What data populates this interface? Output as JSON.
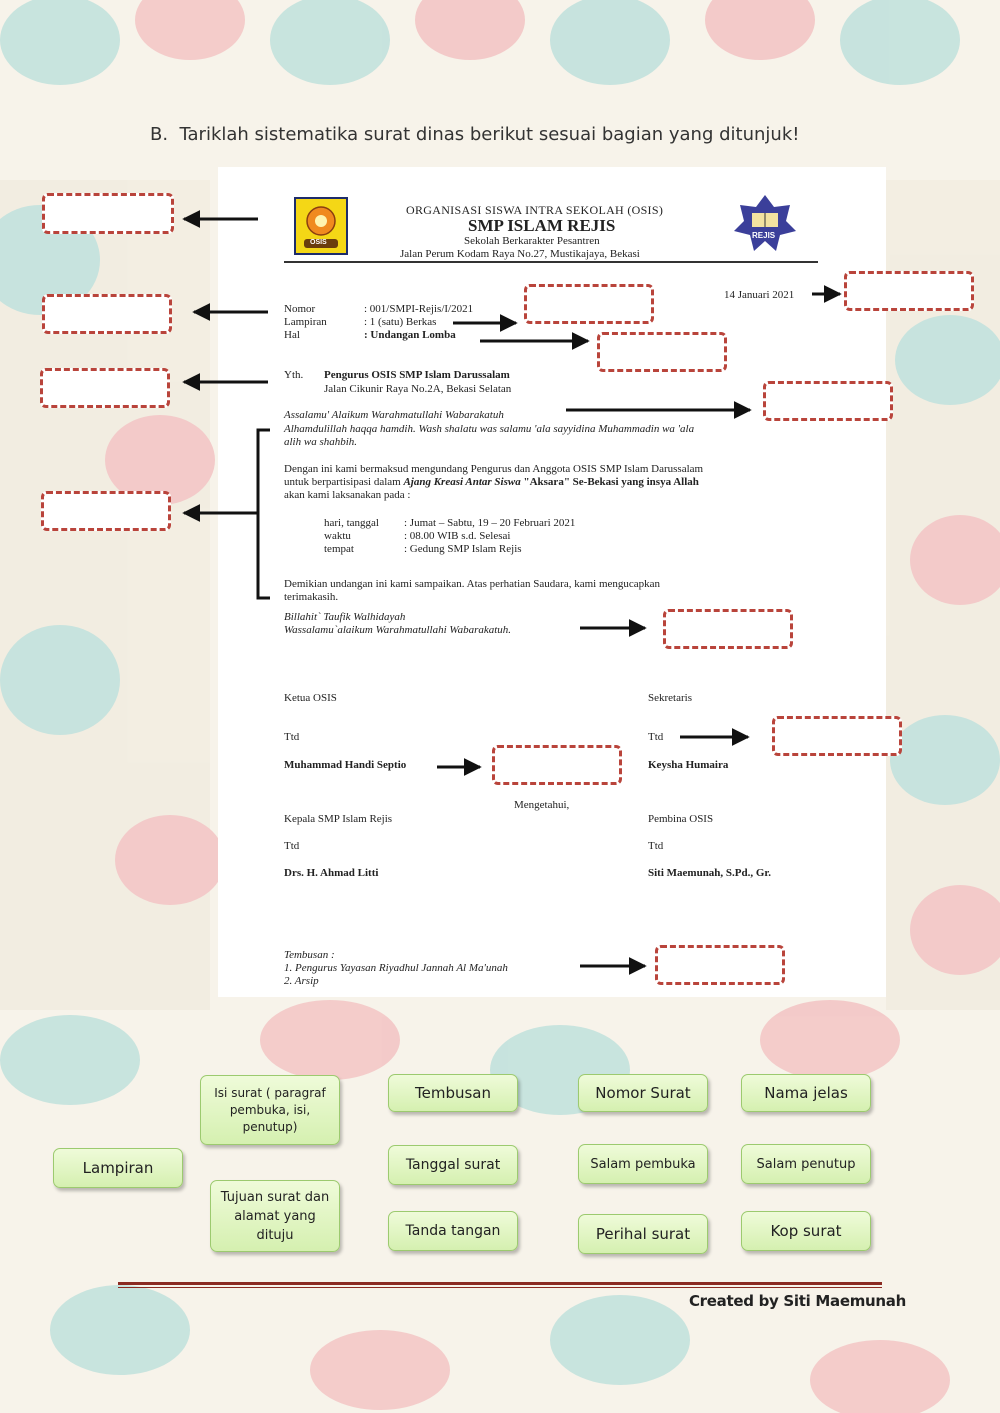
{
  "instruction": "B.  Tariklah sistematika surat dinas berikut sesuai bagian yang ditunjuk!",
  "letter": {
    "org": "ORGANISASI SISWA INTRA SEKOLAH (OSIS)",
    "school": "SMP ISLAM REJIS",
    "tagline": "Sekolah Berkarakter Pesantren",
    "address": "Jalan Perum Kodam Raya No.27, Mustikajaya, Bekasi",
    "logo_left_text": "OSIS",
    "logo_right_text": "REJIS",
    "date": "14 Januari 2021",
    "nomor_label": "Nomor",
    "nomor_value": ": 001/SMPI-Rejis/I/2021",
    "lampiran_label": "Lampiran",
    "lampiran_value": ": 1 (satu) Berkas",
    "hal_label": "Hal",
    "hal_value": ": Undangan Lomba",
    "yth_label": "Yth.",
    "recipient": "Pengurus OSIS SMP Islam Darussalam",
    "recipient_address": "Jalan Cikunir Raya No.2A, Bekasi Selatan",
    "greeting": "Assalamu' Alaikum Warahmatullahi Wabarakatuh",
    "opening_1": "Alhamdulillah haqqa hamdih. Wash shalatu was salamu 'ala sayyidina Muhammadin wa 'ala",
    "opening_2": "alih wa shahbih.",
    "body_1": "Dengan ini kami bermaksud mengundang Pengurus dan Anggota OSIS SMP Islam Darussalam",
    "body_2a": "untuk berpartisipasi dalam ",
    "body_2b": "Ajang Kreasi Antar Siswa",
    "body_2c": " \"Aksara\" Se-Bekasi yang insya Allah",
    "body_3": "akan kami laksanakan pada :",
    "day_label": "hari, tanggal",
    "day_value": ": Jumat – Sabtu, 19 – 20 Februari 2021",
    "time_label": "waktu",
    "time_value": ": 08.00 WIB s.d. Selesai",
    "place_label": "tempat",
    "place_value": ": Gedung SMP Islam Rejis",
    "closing_1": "Demikian undangan ini kami sampaikan. Atas perhatian Saudara, kami mengucapkan",
    "closing_2": "terimakasih.",
    "billahi": "Billahit` Taufik Walhidayah",
    "salam_close": "Wassalamu`alaikum Warahmatullahi Wabarakatuh.",
    "ketua_title": "Ketua OSIS",
    "sekretaris_title": "Sekretaris",
    "ttd": "Ttd",
    "ketua_name": "Muhammad Handi Septio",
    "sekretaris_name": "Keysha Humaira",
    "mengetahui": "Mengetahui,",
    "kepala_title": "Kepala SMP Islam Rejis",
    "pembina_title": "Pembina OSIS",
    "kepala_name": "Drs. H. Ahmad Litti",
    "pembina_name": "Siti Maemunah, S.Pd., Gr.",
    "tembusan_label": "Tembusan  :",
    "tembusan_1": "1.  Pengurus Yayasan Riyadhul Jannah Al Ma'unah",
    "tembusan_2": "2.  Arsip"
  },
  "answer_chips": [
    {
      "id": "isi",
      "label": "Isi surat ( paragraf pembuka, isi, penutup)"
    },
    {
      "id": "tembusan",
      "label": "Tembusan"
    },
    {
      "id": "nomor",
      "label": "Nomor Surat"
    },
    {
      "id": "nama",
      "label": "Nama jelas"
    },
    {
      "id": "lampiran",
      "label": "Lampiran"
    },
    {
      "id": "tanggal",
      "label": "Tanggal surat"
    },
    {
      "id": "salam-pembuka",
      "label": "Salam pembuka"
    },
    {
      "id": "salam-penutup",
      "label": "Salam penutup"
    },
    {
      "id": "tujuan",
      "label": "Tujuan surat dan alamat yang dituju"
    },
    {
      "id": "tanda-tangan",
      "label": "Tanda tangan"
    },
    {
      "id": "perihal",
      "label": "Perihal surat"
    },
    {
      "id": "kop",
      "label": "Kop surat"
    }
  ],
  "credit": "Created by Siti Maemunah",
  "colors": {
    "drop_border": "#b9443b",
    "chip_fill": "#d5f0b0",
    "footer_line": "#8b2b22"
  }
}
